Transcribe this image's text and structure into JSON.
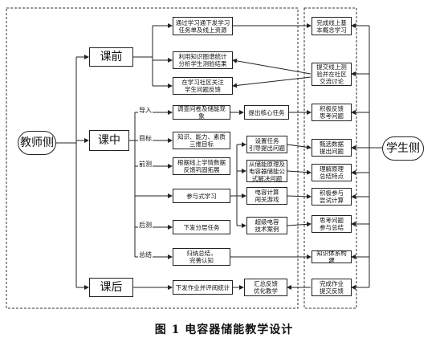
{
  "teacher": "教师侧",
  "student": "学生侧",
  "phases": {
    "pre": "课前",
    "in": "课中",
    "post": "课后"
  },
  "pre_boxes": [
    "通过学习通下发学习\n任务单及线上资源",
    "利用知识图谱统计\n分析学生测验结果",
    "在学习社区关注\n学生问题反馈"
  ],
  "stages": {
    "intro": "导入",
    "goal": "目标",
    "pretest": "前测",
    "posttest": "后测",
    "summary": "总结"
  },
  "in_boxes": {
    "survey": "调查问卷及储能现象",
    "core_task": "提出核心任务",
    "goals": "知识、能力、素质\n三维目标",
    "pretest_fb": "根据线上学情数据\n反馈巩固拓展",
    "task_guide": "设置任务\n引导提出问题",
    "formula": "从储能原理及\n电容器储能公\n式解决问题",
    "participate": "参与式学习",
    "calc_game": "电容计算\n闯关游戏",
    "tech_case": "超级电容\n技术案例",
    "layered_task": "下发分层任务",
    "summary_box": "归纳总结，\n完善认知"
  },
  "post_boxes": {
    "homework": "下发作业并评阅统计",
    "optimize": "汇总反馈\n优化教学"
  },
  "student_boxes": [
    "完成线上基\n本概念学习",
    "提交线上测\n验并在社区\n交流讨论",
    "积极反馈\n思考问题",
    "甄选数据\n提出问题",
    "理解原理\n总结特点",
    "积极参与\n尝试计算",
    "思考问题\n参与总结",
    "知识体系构建",
    "完成作业\n提交反馈"
  ],
  "caption": "图 1  电容器储能教学设计"
}
